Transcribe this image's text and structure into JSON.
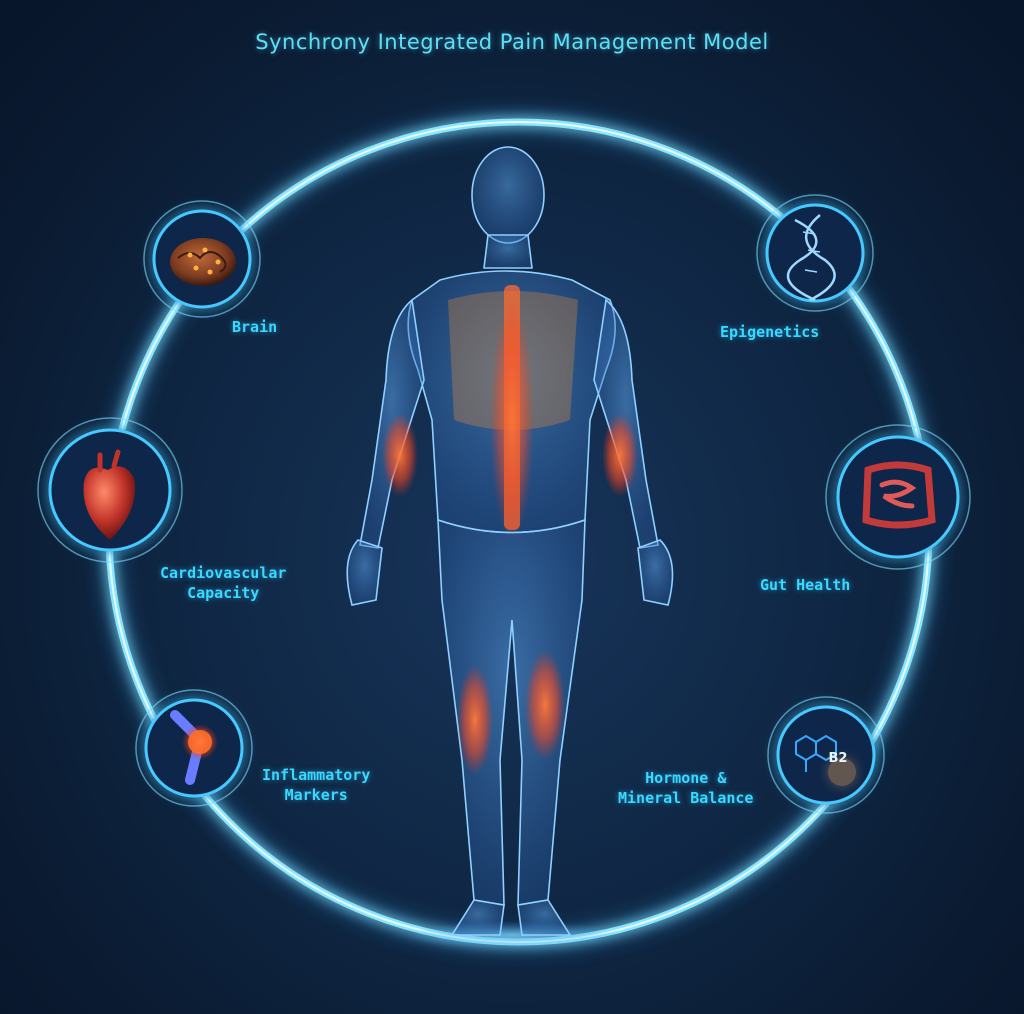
{
  "title": "Synchrony Integrated Pain Management Model",
  "colors": {
    "ring": "#7fe4ff",
    "label": "#39d8ff",
    "background": "#0f2744",
    "pain_glow": "#ff5a2a",
    "body": "#6fb6ff"
  },
  "nodes": {
    "brain": {
      "label": "Brain",
      "icon": "brain-icon"
    },
    "epigenetics": {
      "label": "Epigenetics",
      "icon": "dna-icon"
    },
    "cardio": {
      "label_line1": "Cardiovascular",
      "label_line2": "Capacity",
      "icon": "heart-icon"
    },
    "gut": {
      "label": "Gut Health",
      "icon": "intestine-icon"
    },
    "inflammatory": {
      "label_line1": "Inflammatory",
      "label_line2": "Markers",
      "icon": "knee-joint-icon"
    },
    "hormone": {
      "label_line1": "Hormone &",
      "label_line2": "Mineral Balance",
      "icon": "molecule-icon",
      "badge": "B2"
    }
  }
}
